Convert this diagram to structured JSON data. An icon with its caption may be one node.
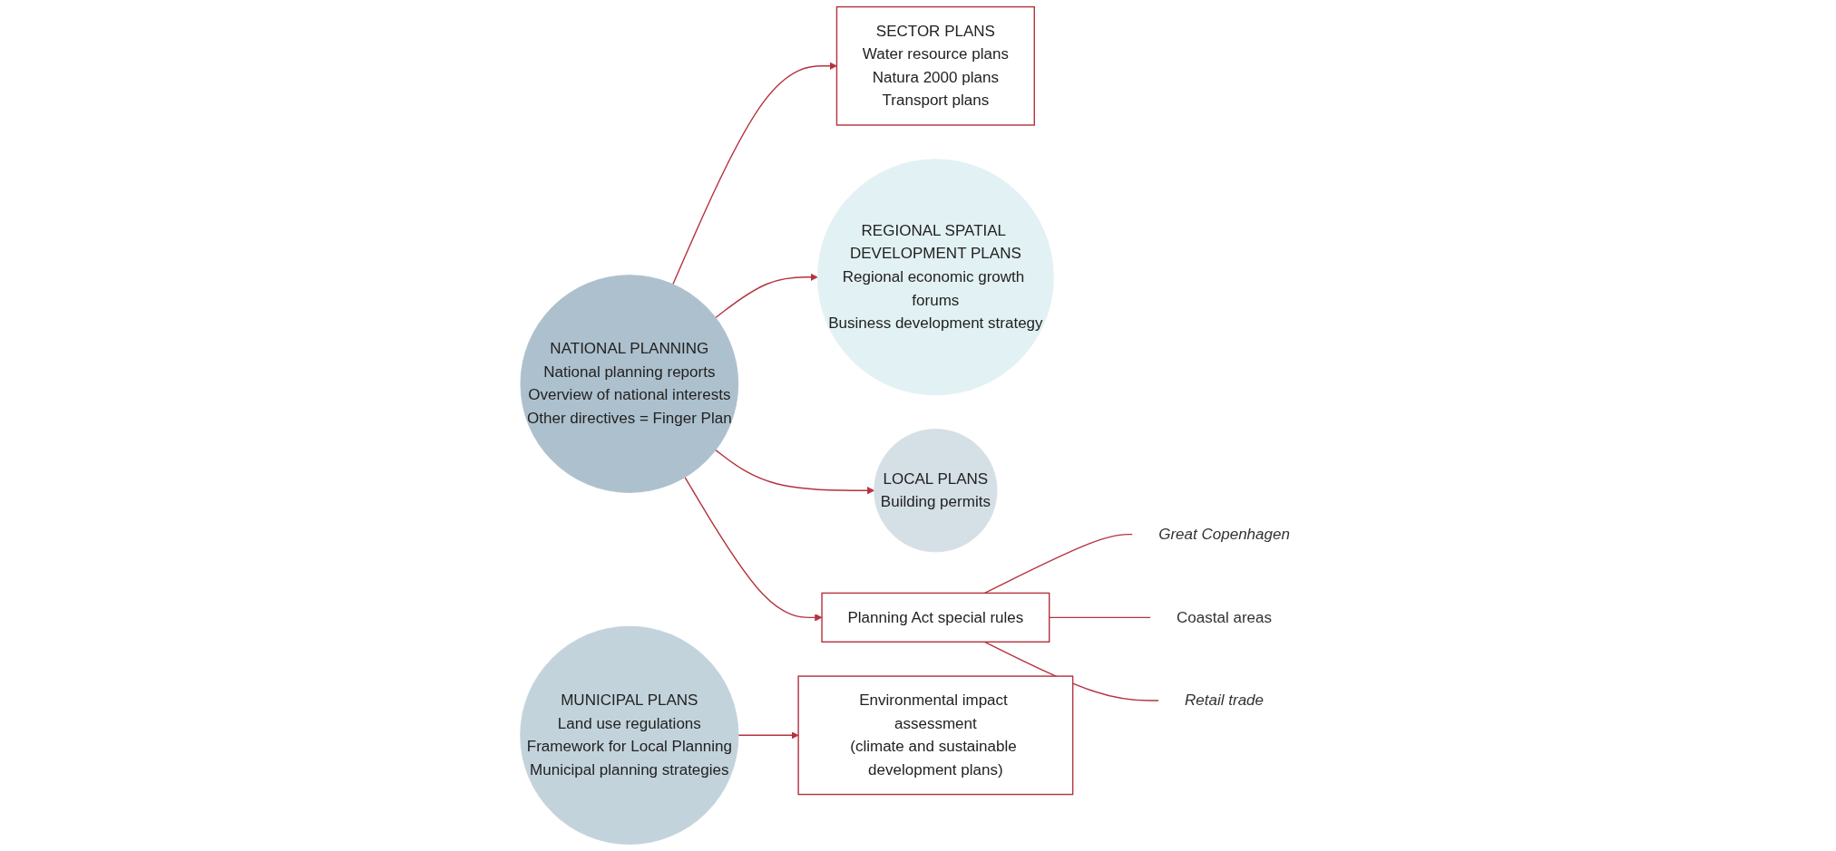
{
  "diagram": {
    "nodes": [
      {
        "text": [
          "SECTOR PLANS",
          "Water resource plans",
          "Natura 2000 plans",
          "Transport plans"
        ]
      },
      {
        "text": [
          "REGIONAL SPATIAL DEVELOPMENT PLANS",
          "Regional economic growth forums",
          "Business development strategy"
        ]
      },
      {
        "text": [
          "Environmental impact assessment",
          "(climate and sustainable development plans)"
        ]
      },
      {
        "text": [
          "NATIONAL PLANNING",
          "National planning reports",
          "Overview of national interests",
          "Other directives = Finger Plan"
        ]
      },
      {
        "text": [
          "MUNICIPAL PLANS",
          "Land use regulations",
          "Framework for Local Planning",
          "Municipal planning strategies"
        ]
      },
      {
        "text": [
          "LOCAL PLANS",
          "Building permits"
        ]
      },
      {
        "text": [
          "Planning Act special rules"
        ]
      },
      {
        "text": [
          "Great Copenhagen"
        ]
      },
      {
        "text": [
          "Coastal areas"
        ]
      },
      {
        "text": [
          "Retail trade"
        ]
      }
    ],
    "edges": [
      {
        "from": 3,
        "to": 0,
        "arrow": "to"
      },
      {
        "from": 3,
        "to": 1,
        "arrow": "to"
      },
      {
        "from": 3,
        "to": 5,
        "arrow": "to"
      },
      {
        "from": 4,
        "to": 2,
        "arrow": "to"
      },
      {
        "from": 3,
        "to": 6,
        "arrow": "to"
      },
      {
        "from": 6,
        "to": 7,
        "arrow": "none"
      },
      {
        "from": 6,
        "to": 8,
        "arrow": "none"
      },
      {
        "from": 6,
        "to": 9,
        "arrow": "none"
      }
    ]
  }
}
